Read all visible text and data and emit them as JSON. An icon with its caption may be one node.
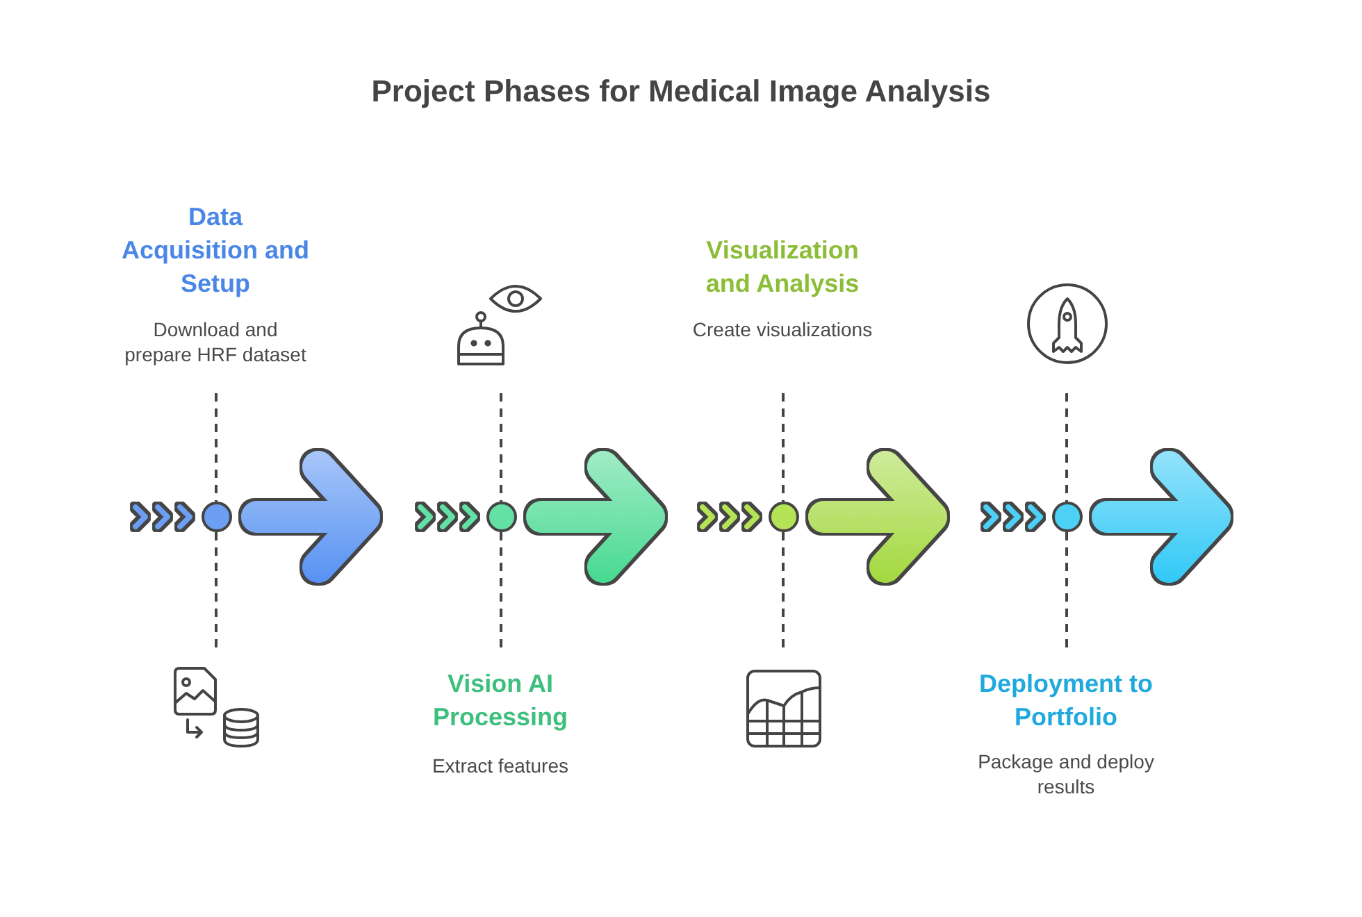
{
  "diagram": {
    "title": "Project Phases for Medical Image Analysis",
    "nodes": [
      {
        "text": [
          "Data Acquisition and Setup",
          "Download and prepare HRF dataset"
        ]
      },
      {
        "text": [],
        "shape": "circle"
      },
      {
        "text": [],
        "shape": "picture"
      },
      {
        "text": [],
        "shape": "picture"
      },
      {
        "text": [],
        "shape": "circle"
      },
      {
        "text": [
          "Vision AI Processing",
          "Extract features"
        ]
      },
      {
        "text": [
          "Visualization and Analysis",
          "Create visualizations"
        ]
      },
      {
        "text": [],
        "shape": "circle"
      },
      {
        "text": [],
        "shape": "picture"
      },
      {
        "text": [],
        "shape": "picture"
      },
      {
        "text": [],
        "shape": "circle"
      },
      {
        "text": [
          "Deployment to Portfolio",
          "Package and deploy results"
        ]
      }
    ],
    "edges": [
      {
        "from": 0,
        "to": 1,
        "arrow": "none",
        "style": "dashed"
      },
      {
        "from": 1,
        "to": 2,
        "arrow": "none",
        "style": "dashed"
      },
      {
        "from": 1,
        "to": null,
        "arrow": "to",
        "style": "thick",
        "color": "#5590f3"
      },
      {
        "from": 3,
        "to": 4,
        "arrow": "none",
        "style": "dashed"
      },
      {
        "from": 4,
        "to": 5,
        "arrow": "none",
        "style": "dashed"
      },
      {
        "from": 4,
        "to": null,
        "arrow": "to",
        "style": "thick",
        "color": "#45d98f"
      },
      {
        "from": 6,
        "to": 7,
        "arrow": "none",
        "style": "dashed"
      },
      {
        "from": 7,
        "to": 8,
        "arrow": "none",
        "style": "dashed"
      },
      {
        "from": 7,
        "to": null,
        "arrow": "to",
        "style": "thick",
        "color": "#a2d83c"
      },
      {
        "from": 9,
        "to": 10,
        "arrow": "none",
        "style": "dashed"
      },
      {
        "from": 10,
        "to": 11,
        "arrow": "none",
        "style": "dashed"
      },
      {
        "from": 10,
        "to": null,
        "arrow": "to",
        "style": "thick",
        "color": "#2ec8f7"
      }
    ]
  }
}
